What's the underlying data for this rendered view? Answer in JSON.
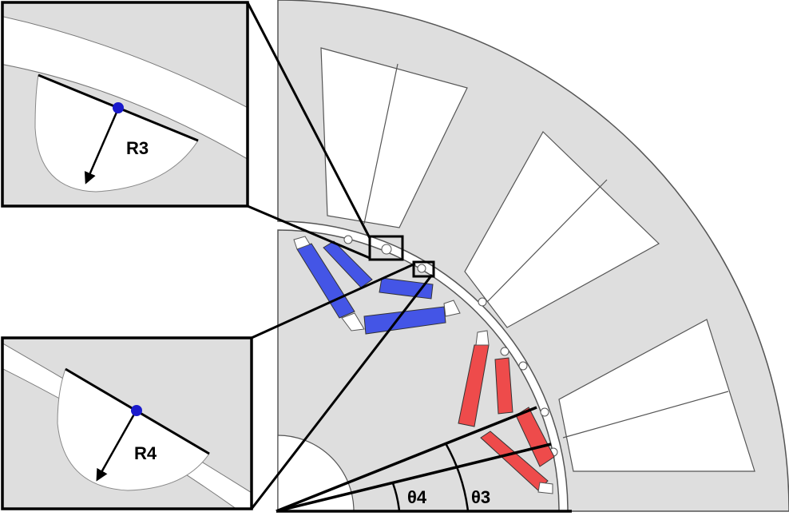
{
  "labels": {
    "r3": "R3",
    "r4": "R4",
    "theta3": "θ3",
    "theta4": "θ4"
  },
  "colors": {
    "steel": "#dedede",
    "outline": "#555555",
    "background": "#ffffff",
    "magnet_layer_1": "#4455e6",
    "magnet_layer_2": "#ee4b4b",
    "pin_dot": "#1a1acc",
    "line": "#000000"
  }
}
